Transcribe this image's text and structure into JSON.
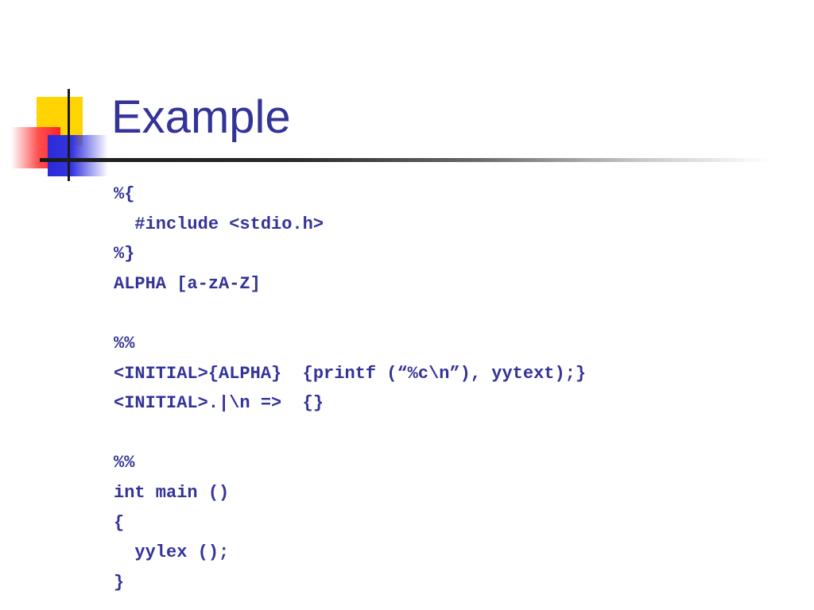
{
  "slide": {
    "title": "Example",
    "code_lines": [
      "%{",
      "  #include <stdio.h>",
      "%}",
      "ALPHA [a-zA-Z]",
      "",
      "%%",
      "<INITIAL>{ALPHA}  {printf (“%c\\n”), yytext);}",
      "<INITIAL>.|\\n =>  {}",
      "",
      "%%",
      "int main ()",
      "{",
      "  yylex ();",
      "}"
    ]
  },
  "colors": {
    "text": "#333399",
    "accent_yellow": "#ffd400",
    "accent_red": "#ff2020",
    "accent_blue": "#2a2ad8",
    "rule": "#1a1a1a"
  }
}
